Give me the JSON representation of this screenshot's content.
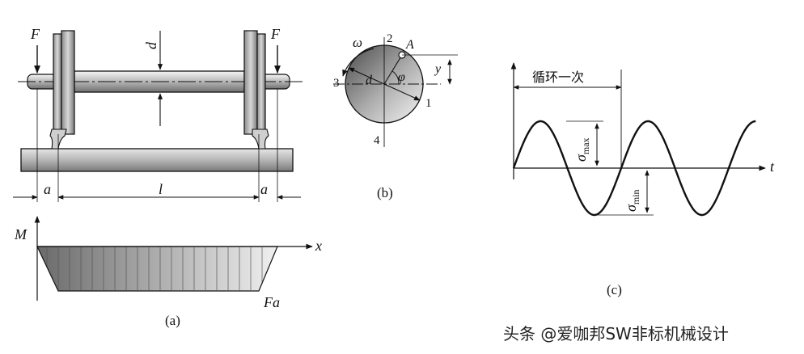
{
  "panel_a": {
    "force": "F",
    "diameter": "d",
    "dim_a": "a",
    "dim_l": "l",
    "moment_axis": "M",
    "x_axis": "x",
    "moment_value": "Fa",
    "caption": "(a)"
  },
  "panel_b": {
    "omega": "ω",
    "point": "A",
    "diameter": "d",
    "phi": "φ",
    "y": "y",
    "n1": "1",
    "n2": "2",
    "n3": "3",
    "n4": "4",
    "caption": "(b)"
  },
  "panel_c": {
    "cycle": "循环一次",
    "sigma": "σ",
    "max_sub": "max",
    "min_sub": "min",
    "t_axis": "t",
    "caption": "(c)",
    "wave": {
      "cycles_shown": 2.25,
      "start_phase": 0
    }
  },
  "watermark": "头条 @爱咖邦SW非标机械设计",
  "colors": {
    "ink": "#111111",
    "shade_dark": "#6a6a6a",
    "shade_light": "#f0f0f0"
  }
}
